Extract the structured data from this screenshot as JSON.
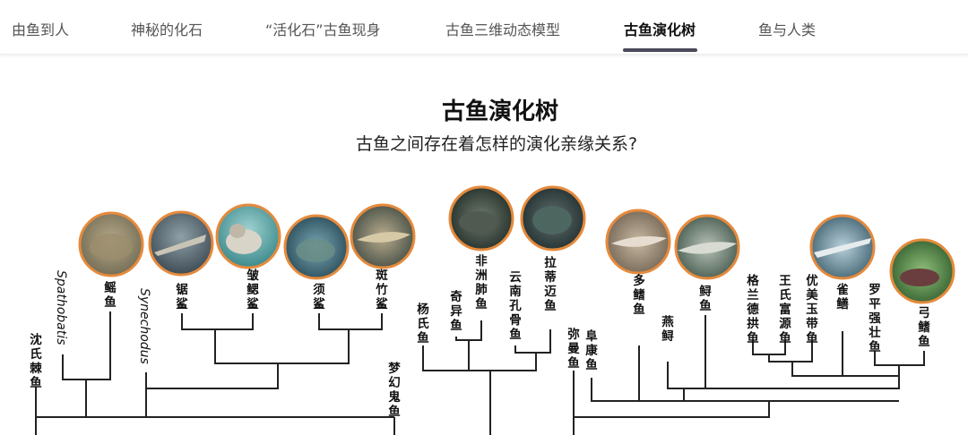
{
  "tabs": [
    {
      "label": "由鱼到人",
      "active": false
    },
    {
      "label": "神秘的化石",
      "active": false
    },
    {
      "label": "“活化石”古鱼现身",
      "active": false
    },
    {
      "label": "古鱼三维动态模型",
      "active": false
    },
    {
      "label": "古鱼演化树",
      "active": true
    },
    {
      "label": "鱼与人类",
      "active": false
    }
  ],
  "page": {
    "title": "古鱼演化树",
    "subtitle": "古鱼之间存在着怎样的演化亲缘关系?"
  },
  "colors": {
    "accent": "#4a4a5a",
    "photo_ring": "#e58a3c",
    "branch_line": "#222222"
  },
  "species": [
    {
      "id": "shenshijiyu",
      "name": "沈氏棘鱼"
    },
    {
      "id": "spathobatis",
      "name": "Spathobatis"
    },
    {
      "id": "yaoyu",
      "name": "鳐鱼",
      "photo": "ray-photo"
    },
    {
      "id": "synechodus",
      "name": "Synechodus"
    },
    {
      "id": "jusha",
      "name": "锯鲨",
      "photo": "sawshark-photo"
    },
    {
      "id": "zhouyisha",
      "name": "皱鳃鲨",
      "photo": "frilled-shark-photo"
    },
    {
      "id": "xusha",
      "name": "须鲨",
      "photo": "wobbegong-photo"
    },
    {
      "id": "banzhusha",
      "name": "斑竹鲨",
      "photo": "bamboo-shark-photo"
    },
    {
      "id": "menghuanguiyu",
      "name": "梦幻鬼鱼"
    },
    {
      "id": "yangshiyu",
      "name": "杨氏鱼"
    },
    {
      "id": "qiyiyu",
      "name": "奇异鱼"
    },
    {
      "id": "feizhoufeiyu",
      "name": "非洲肺鱼",
      "photo": "lungfish-photo"
    },
    {
      "id": "yunnankonggu",
      "name": "云南孔骨鱼"
    },
    {
      "id": "latimeria",
      "name": "拉蒂迈鱼",
      "photo": "coelacanth-photo"
    },
    {
      "id": "mimanyu",
      "name": "弥曼鱼"
    },
    {
      "id": "fukangyu",
      "name": "阜康鱼"
    },
    {
      "id": "duoqiyu",
      "name": "多鳍鱼",
      "photo": "bichir-photo"
    },
    {
      "id": "yanxun",
      "name": "燕鲟"
    },
    {
      "id": "xunyu",
      "name": "鲟鱼",
      "photo": "sturgeon-photo"
    },
    {
      "id": "gelande",
      "name": "格兰德拱鱼"
    },
    {
      "id": "wangshifuyuan",
      "name": "王氏富源鱼"
    },
    {
      "id": "youmeiyudai",
      "name": "优美玉带鱼"
    },
    {
      "id": "queshan",
      "name": "雀鳝",
      "photo": "gar-photo"
    },
    {
      "id": "luopingqiang",
      "name": "罗平强壮鱼"
    },
    {
      "id": "gongqiyu",
      "name": "弓鳍鱼",
      "photo": "bowfin-photo"
    }
  ]
}
